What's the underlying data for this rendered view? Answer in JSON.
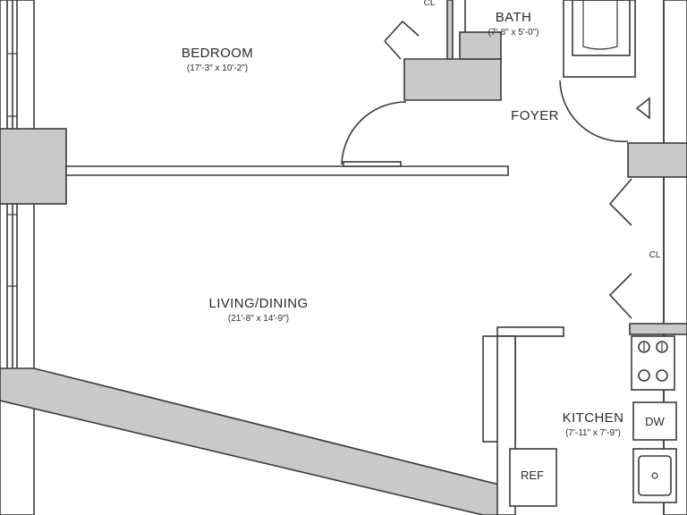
{
  "rooms": {
    "bedroom": {
      "name": "BEDROOM",
      "dims": "(17'-3\" x 10'-2\")"
    },
    "bath": {
      "name": "BATH",
      "dims": "(7'-8\" x 5'-0\")"
    },
    "foyer": {
      "name": "FOYER"
    },
    "living": {
      "name": "LIVING/DINING",
      "dims": "(21'-8\" x 14'-9\")"
    },
    "kitchen": {
      "name": "KITCHEN",
      "dims": "(7'-11\" x 7'-9\")"
    },
    "closet_top": {
      "name": "CL"
    },
    "closet_right": {
      "name": "CL"
    }
  },
  "appliances": {
    "dishwasher": "DW",
    "refrigerator": "REF"
  },
  "colors": {
    "wall_fill": "#c9c9c9",
    "line": "#3a3a3a"
  }
}
